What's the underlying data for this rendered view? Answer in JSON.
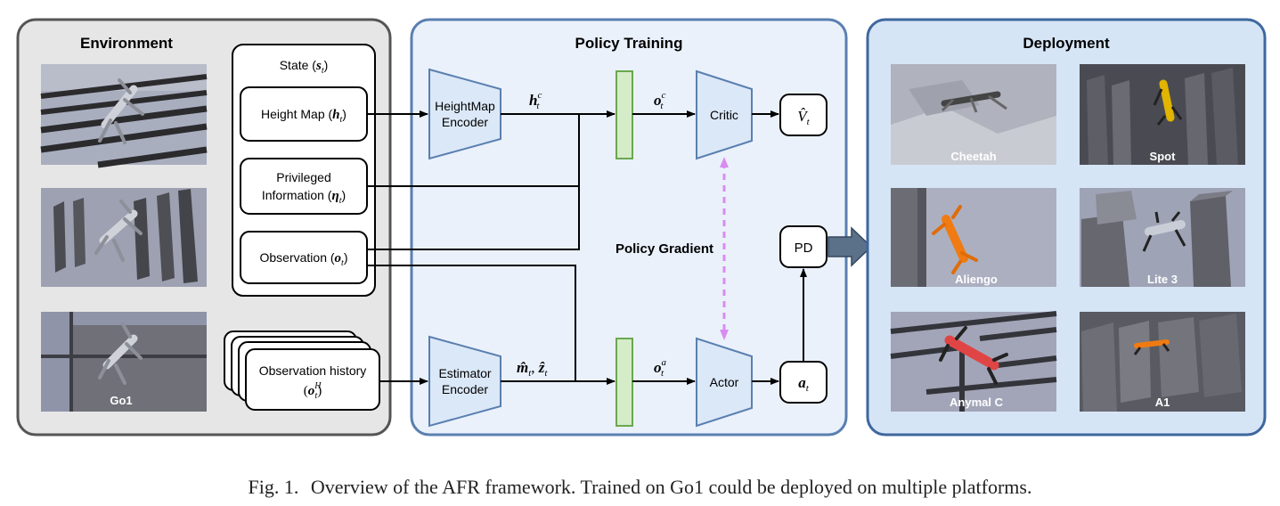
{
  "panels": {
    "environment": {
      "title": "Environment",
      "robot_label": "Go1"
    },
    "training": {
      "title": "Policy Training"
    },
    "deployment": {
      "title": "Deployment",
      "robots": [
        "Cheetah",
        "Spot",
        "Aliengo",
        "Lite 3",
        "Anymal C",
        "A1"
      ]
    }
  },
  "state": {
    "title": "State (",
    "title_sym": "s",
    "title_sub": "t",
    "height_map": "Height Map (",
    "height_sym": "h",
    "privileged_line1": "Privileged",
    "privileged_line2": "Information (",
    "privileged_sym": "η",
    "observation": "Observation (",
    "observation_sym": "o",
    "close": ")"
  },
  "history": {
    "line1": "Observation history",
    "sym": "o",
    "sup": "H",
    "sub": "t"
  },
  "blocks": {
    "heightmap_encoder": [
      "HeightMap",
      "Encoder"
    ],
    "estimator_encoder": [
      "Estimator",
      "Encoder"
    ],
    "critic": "Critic",
    "actor": "Actor",
    "pd": "PD"
  },
  "symbols": {
    "hc": {
      "base": "h",
      "sup": "c",
      "sub": "t"
    },
    "oc": {
      "base": "o",
      "sup": "c",
      "sub": "t"
    },
    "oa": {
      "base": "o",
      "sup": "a",
      "sub": "t"
    },
    "mz": {
      "m": "m̂",
      "z": "ẑ",
      "sub": "t"
    },
    "vhat": {
      "base": "V̂",
      "sub": "t"
    },
    "at": {
      "base": "a",
      "sub": "t"
    }
  },
  "policy_gradient": "Policy Gradient",
  "caption": {
    "label": "Fig. 1.",
    "text": "Overview of the AFR framework. Trained on Go1 could be deployed on multiple platforms."
  },
  "colors": {
    "env_panel_fill": "#e6e6e6",
    "env_panel_stroke": "#555555",
    "training_fill": "#eaf1fb",
    "training_stroke": "#5a7fb0",
    "deploy_fill": "#d6e5f6",
    "deploy_stroke": "#3e679e",
    "block_fill": "#dbe8f7",
    "block_stroke": "#5a7fb0",
    "green_fill": "#d5ecc8",
    "green_stroke": "#6aa84f",
    "gradient_arrow": "#d98cf0",
    "deploy_arrow": "#5b7089"
  }
}
